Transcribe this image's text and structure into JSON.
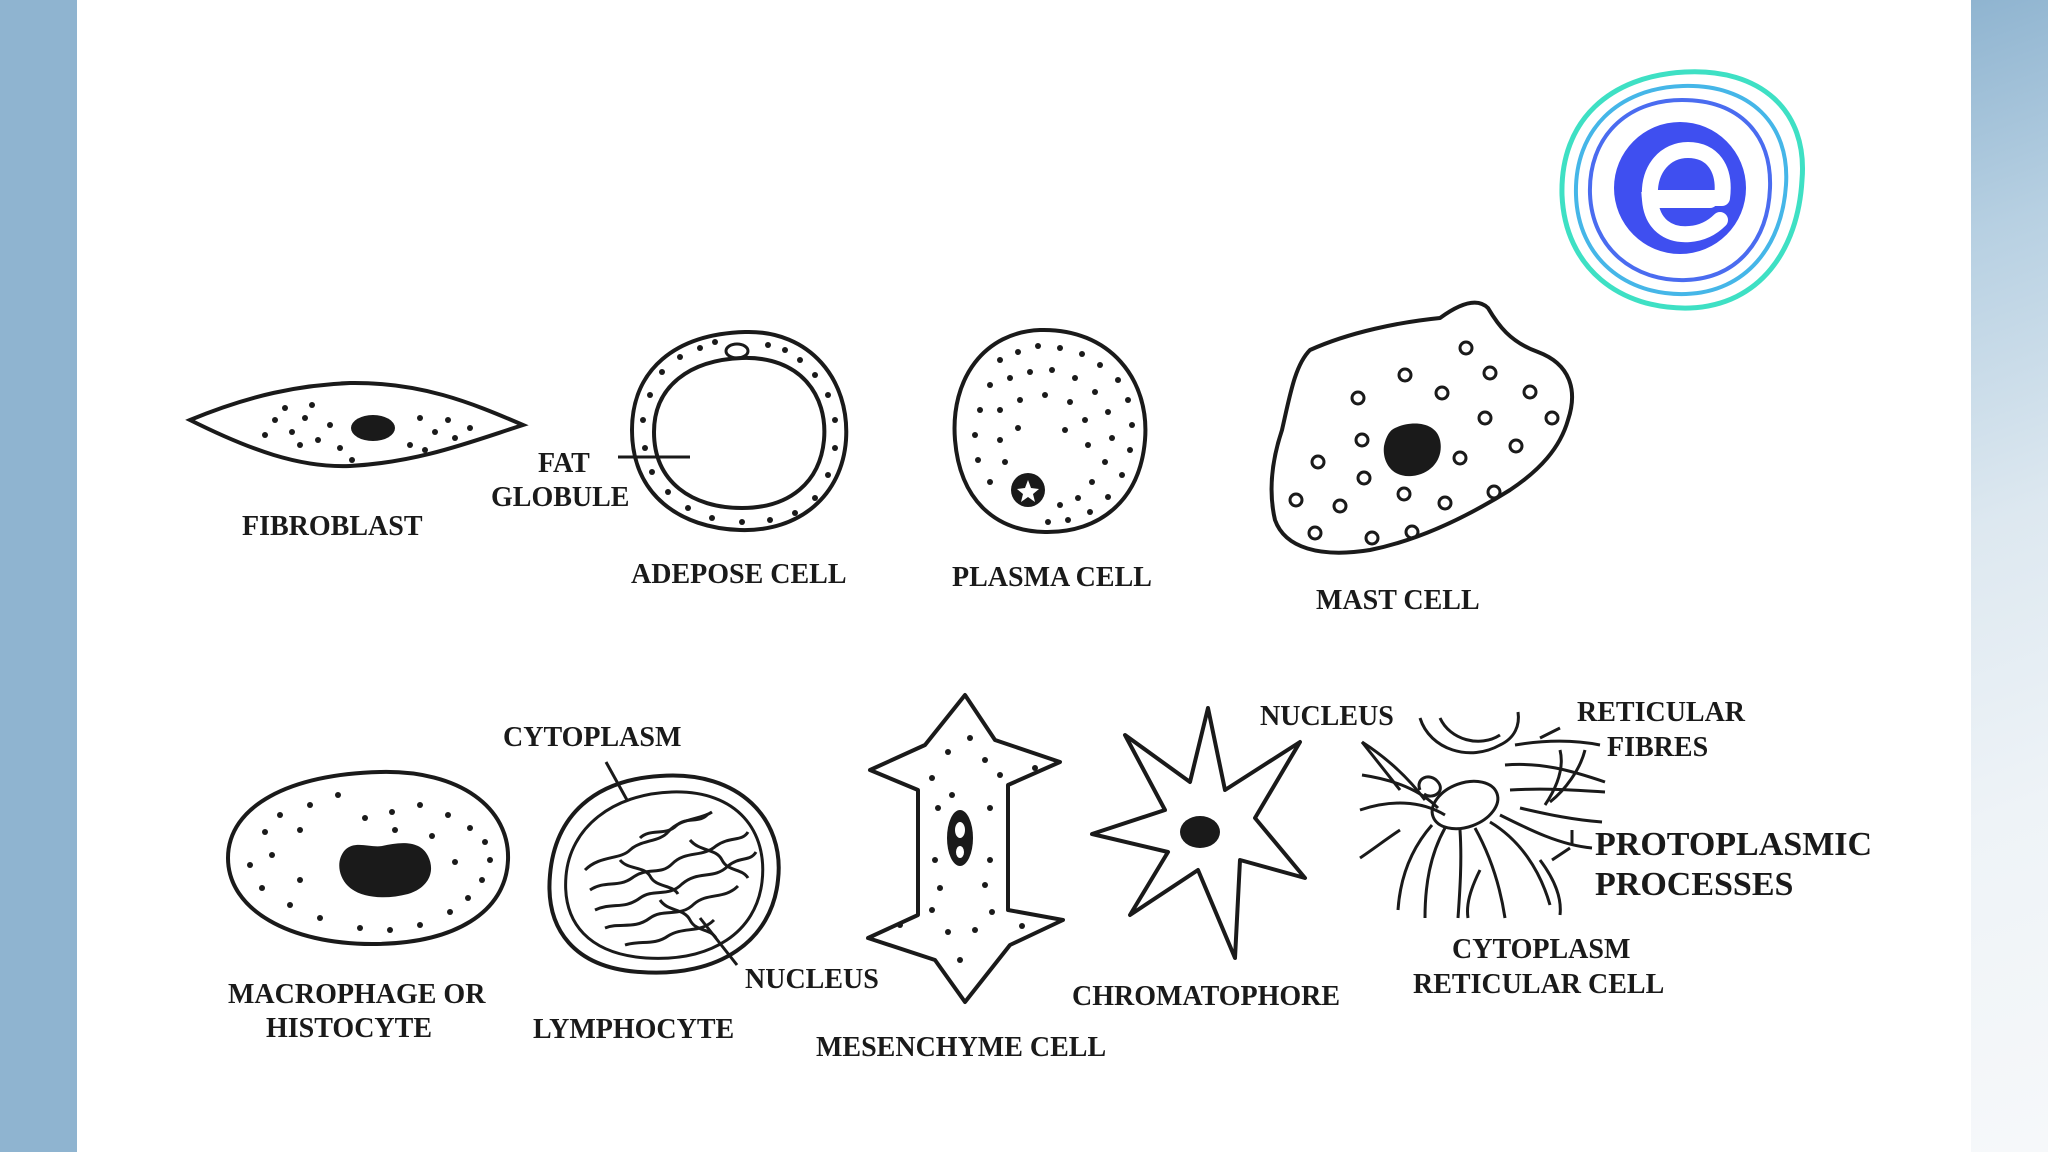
{
  "colors": {
    "side_band": "#8fb4d0",
    "ink": "#1a1a1a",
    "logo_ring_outer": "#3ee0c4",
    "logo_ring_inner": "#4a6cf0",
    "logo_core": "#3f4ff0"
  },
  "logo": {
    "icon": "e-logo-icon"
  },
  "labels": {
    "fibroblast": "FIBROBLAST",
    "fat": "FAT",
    "globule": "GLOBULE",
    "adepose": "ADEPOSE CELL",
    "plasma": "PLASMA CELL",
    "mast": "MAST CELL",
    "macrophage1": "MACROPHAGE OR",
    "macrophage2": "HISTOCYTE",
    "cytoplasm_lympho": "CYTOPLASM",
    "lymphocyte": "LYMPHOCYTE",
    "nucleus_lympho": "NUCLEUS",
    "mesenchyme": "MESENCHYME CELL",
    "chromatophore": "CHROMATOPHORE",
    "nucleus_ret": "NUCLEUS",
    "reticular1": "RETICULAR",
    "reticular2": "FIBRES",
    "protoplasmic1": "PROTOPLASMIC",
    "protoplasmic2": "PROCESSES",
    "cytoplasm_ret": "CYTOPLASM",
    "reticular_cell": "RETICULAR CELL"
  }
}
